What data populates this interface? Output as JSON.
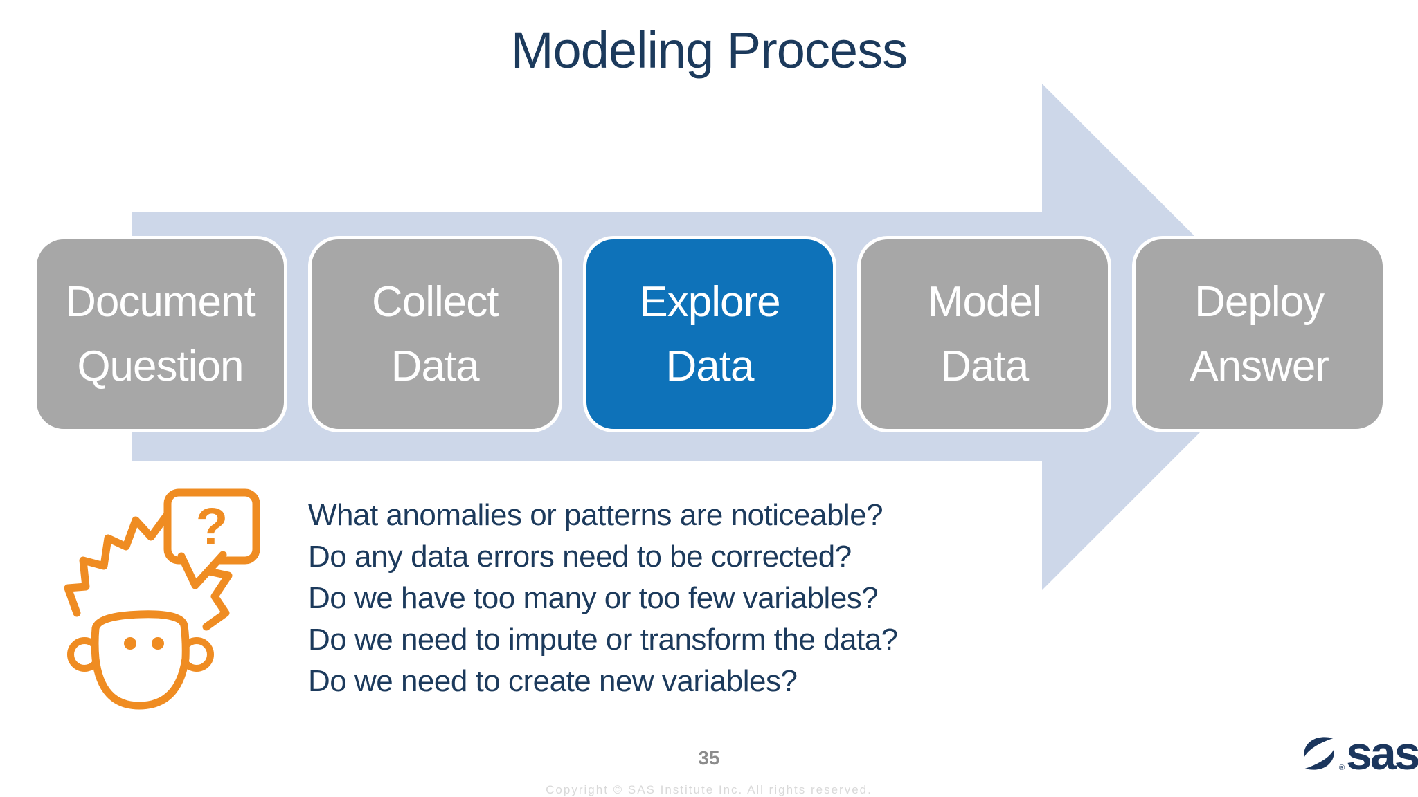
{
  "slide": {
    "title": "Modeling Process",
    "page_number": "35",
    "copyright": "Copyright © SAS Institute Inc. All rights reserved."
  },
  "process": {
    "steps": [
      {
        "label_line1": "Document",
        "label_line2": "Question",
        "active": false
      },
      {
        "label_line1": "Collect",
        "label_line2": "Data",
        "active": false
      },
      {
        "label_line1": "Explore",
        "label_line2": "Data",
        "active": true
      },
      {
        "label_line1": "Model",
        "label_line2": "Data",
        "active": false
      },
      {
        "label_line1": "Deploy",
        "label_line2": "Answer",
        "active": false
      }
    ]
  },
  "questions": {
    "bubble_glyph": "?",
    "items": [
      "What anomalies or patterns are noticeable?",
      "Do any data errors need to be corrected?",
      "Do we have too many or too few variables?",
      "Do we need to impute or transform the data?",
      "Do we need to create new variables?"
    ]
  },
  "logo": {
    "text": "sas",
    "registered_mark": "®"
  },
  "icons": {
    "person": "thinking-person-icon",
    "bubble": "question-speech-bubble-icon"
  },
  "colors": {
    "navy_text": "#1C3A5C",
    "step_gray": "#A7A7A7",
    "step_active_blue": "#0E72B9",
    "arrow_band": "#CDD7E9",
    "accent_orange": "#EF8C22",
    "page_number_gray": "#8C8C8C",
    "copyright_gray": "#D9D9D9",
    "logo_navy": "#1B365D"
  }
}
